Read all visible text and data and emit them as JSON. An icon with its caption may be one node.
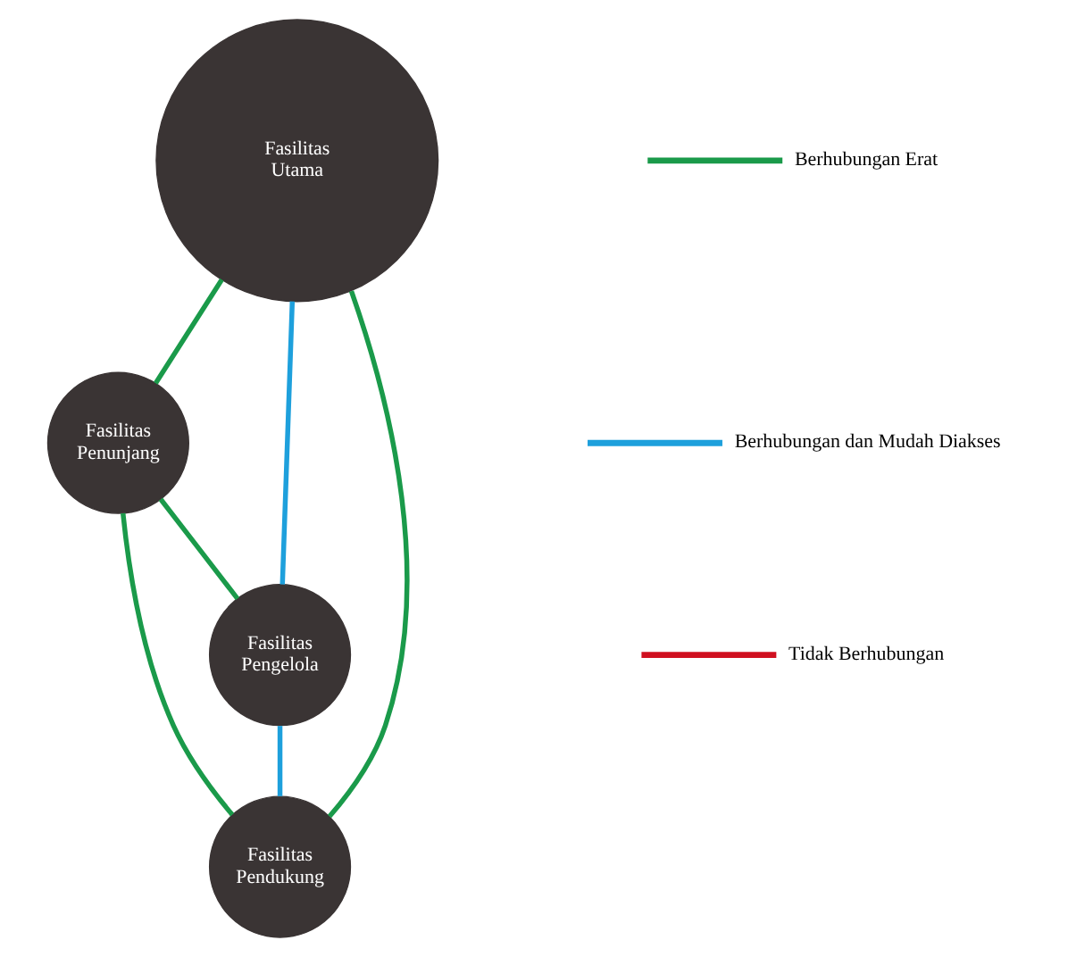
{
  "diagram": {
    "nodes": [
      {
        "text": [
          "Fasilitas Utama"
        ]
      },
      {
        "text": [
          "Fasilitas Penunjang"
        ]
      },
      {
        "text": [
          "Fasilitas Pendukung"
        ]
      },
      {
        "text": [
          "Fasilitas Pengelola"
        ]
      }
    ],
    "edges": [
      {
        "from": 0,
        "to": 1,
        "arrow": "none"
      },
      {
        "from": 0,
        "to": 2,
        "arrow": "none"
      },
      {
        "from": 1,
        "to": 2,
        "arrow": "none"
      },
      {
        "from": 1,
        "to": 3,
        "arrow": "none"
      },
      {
        "from": 0,
        "to": 3,
        "arrow": "none",
        "color": "#1ea0dc"
      },
      {
        "from": 3,
        "to": 2,
        "arrow": "none",
        "color": "#1ea0dc"
      }
    ],
    "legend": [
      {
        "text": "Berhubungan Erat",
        "color": "#1a9a4a"
      },
      {
        "text": "Berhubungan dan Mudah Diakses",
        "color": "#1ea0dc"
      },
      {
        "text": "Tidak Berhubungan",
        "color": "#d01020"
      }
    ]
  }
}
